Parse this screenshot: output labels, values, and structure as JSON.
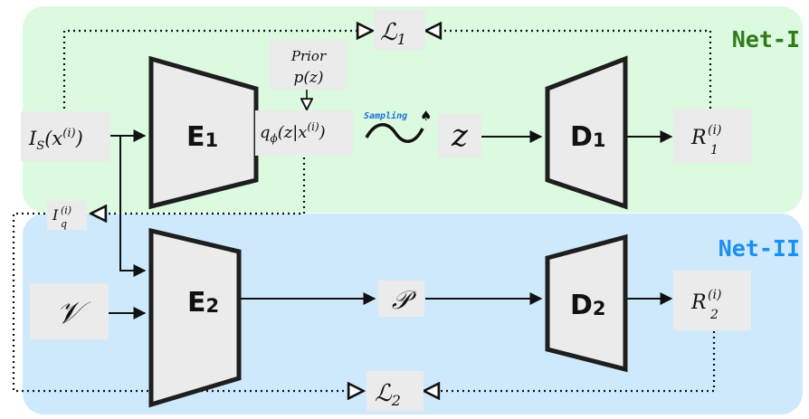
{
  "panels": {
    "net1": {
      "label": "Net-I",
      "color": "#2f7d1a",
      "fill": "#dcfadf"
    },
    "net2": {
      "label": "Net-II",
      "color": "#1a8ff0",
      "fill": "#cde9fb"
    }
  },
  "blocks": {
    "e1": {
      "main": "E",
      "sub": "1"
    },
    "e2": {
      "main": "E",
      "sub": "2"
    },
    "d1": {
      "main": "D",
      "sub": "1"
    },
    "d2": {
      "main": "D",
      "sub": "2"
    }
  },
  "nodes": {
    "is_x": {
      "text": "I",
      "sub": "S",
      "rest": "(x",
      "sup": "(i)",
      "close": ")"
    },
    "prior": {
      "line1": "Prior",
      "line2": "p(z)"
    },
    "q_phi": {
      "text": "q",
      "sub": "ϕ",
      "rest": "(z|x",
      "sup": "(i)",
      "close": ")"
    },
    "sampling": {
      "label": "Sampling",
      "symbol": "♠",
      "wave": "∼"
    },
    "z": {
      "text": "z"
    },
    "r1": {
      "text": "R",
      "sup": "(i)",
      "sub": "1"
    },
    "iq": {
      "text": "I",
      "sup": "(i)",
      "sub": "q"
    },
    "v": {
      "text": "𝒱"
    },
    "p": {
      "text": "𝒫"
    },
    "r2": {
      "text": "R",
      "sup": "(i)",
      "sub": "2"
    },
    "l1": {
      "text": "ℒ",
      "sub": "1"
    },
    "l2": {
      "text": "ℒ",
      "sub": "2"
    }
  },
  "colors": {
    "box_fill": "#ebebeb",
    "trap_fill": "#ebebeb",
    "trap_stroke": "#1e1e1e",
    "sampling_text": "#1a6fd8"
  }
}
